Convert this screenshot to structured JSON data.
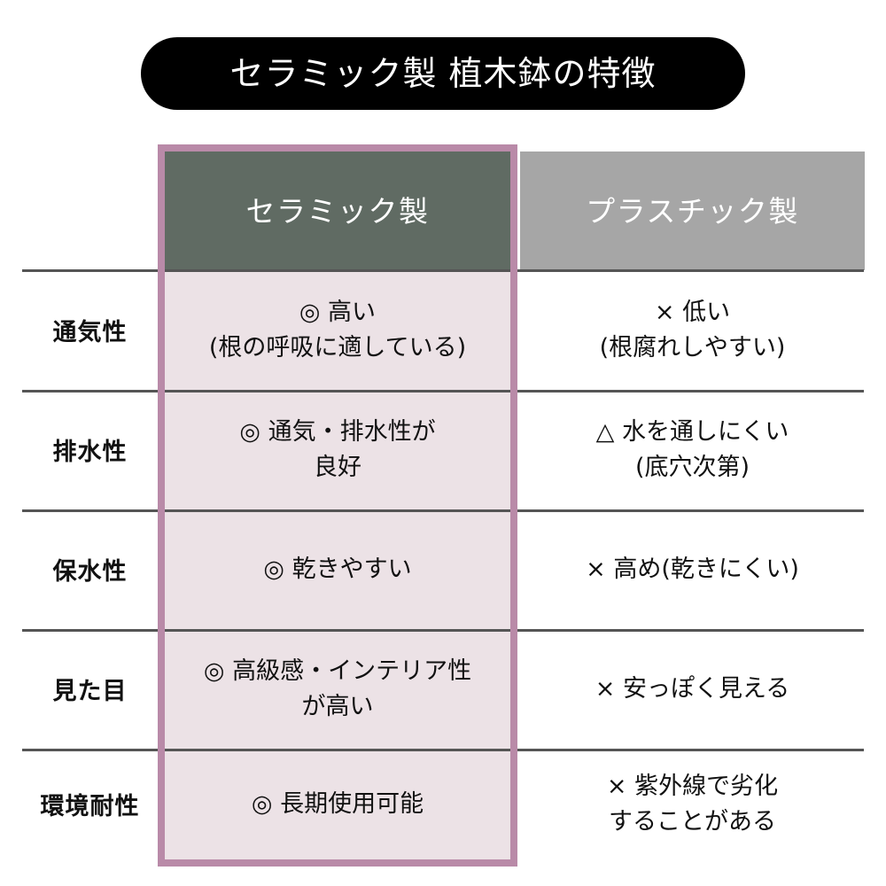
{
  "title": {
    "text": "セラミック製 植木鉢の特徴"
  },
  "colors": {
    "title_pill_bg": "#000000",
    "title_text": "#ffffff",
    "header_ceramic_bg": "#606b63",
    "header_plastic_bg": "#a6a6a6",
    "highlight_border": "#b98aa8",
    "highlight_fill": "#ece2e6",
    "divider": "#555555",
    "body_text": "#111111"
  },
  "table": {
    "columns": [
      {
        "key": "attribute",
        "label": ""
      },
      {
        "key": "ceramic",
        "label": "セラミック製"
      },
      {
        "key": "plastic",
        "label": "プラスチック製"
      }
    ],
    "rows": [
      {
        "attribute": "通気性",
        "ceramic_line1": "◎ 高い",
        "ceramic_line2": "(根の呼吸に適している)",
        "plastic_line1": "× 低い",
        "plastic_line2": "(根腐れしやすい)"
      },
      {
        "attribute": "排水性",
        "ceramic_line1": "◎ 通気・排水性が",
        "ceramic_line2": "良好",
        "plastic_line1": "△ 水を通しにくい",
        "plastic_line2": "(底穴次第)"
      },
      {
        "attribute": "保水性",
        "ceramic_line1": "◎ 乾きやすい",
        "ceramic_line2": "",
        "plastic_line1": "× 高め(乾きにくい)",
        "plastic_line2": ""
      },
      {
        "attribute": "見た目",
        "ceramic_line1": "◎ 高級感・インテリア性",
        "ceramic_line2": "が高い",
        "plastic_line1": "× 安っぽく見える",
        "plastic_line2": ""
      },
      {
        "attribute": "環境耐性",
        "ceramic_line1": "◎ 長期使用可能",
        "ceramic_line2": "",
        "plastic_line1": "× 紫外線で劣化",
        "plastic_line2": "することがある"
      }
    ]
  }
}
